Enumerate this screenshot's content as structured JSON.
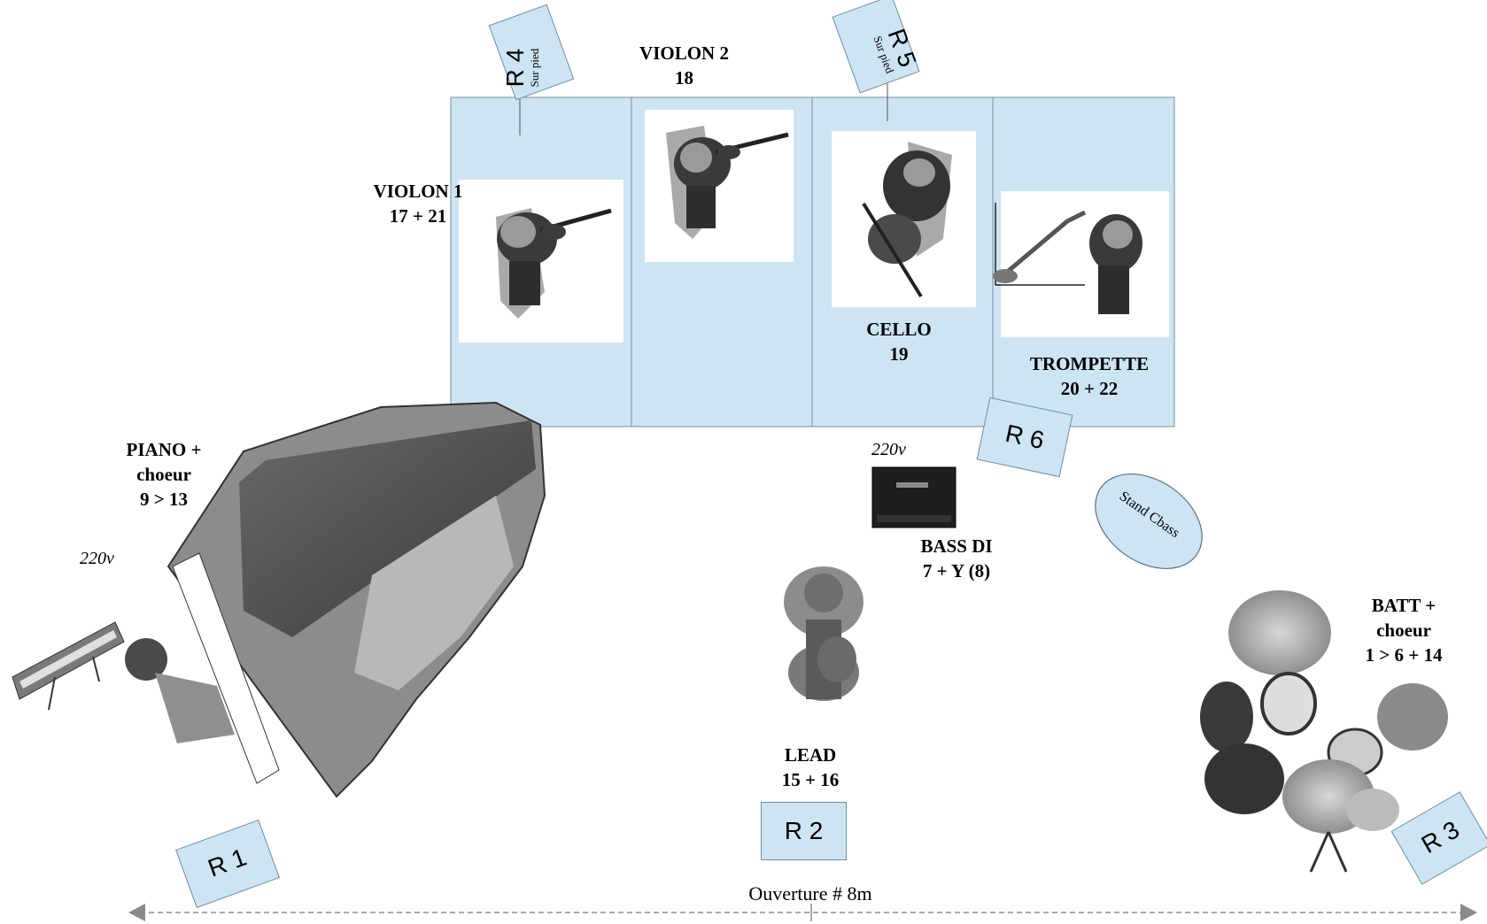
{
  "sections": {
    "violon1": {
      "name": "VIOLON 1",
      "channels": "17 + 21"
    },
    "violon2": {
      "name": "VIOLON 2",
      "channels": "18"
    },
    "cello": {
      "name": "CELLO",
      "channels": "19"
    },
    "trompette": {
      "name": "TROMPETTE",
      "channels": "20 + 22"
    },
    "piano": {
      "line1": "PIANO +",
      "line2": "choeur",
      "channels": "9 > 13"
    },
    "bass": {
      "name": "BASS DI",
      "channels": "7 + Y (8)"
    },
    "lead": {
      "name": "LEAD",
      "channels": "15 + 16"
    },
    "batt": {
      "line1": "BATT +",
      "line2": "choeur",
      "channels": "1 > 6 + 14"
    }
  },
  "power": {
    "piano_voltage": "220v",
    "bass_voltage": "220v"
  },
  "monitors": {
    "r1": {
      "name": "R 1"
    },
    "r2": {
      "name": "R 2"
    },
    "r3": {
      "name": "R 3"
    },
    "r4": {
      "name": "R 4",
      "sub": "Sur pied"
    },
    "r5": {
      "name": "R 5",
      "sub": "Sur pied"
    },
    "r6": {
      "name": "R 6"
    }
  },
  "stand": {
    "label": "Stand Cbass"
  },
  "stage": {
    "opening": "Ouverture # 8m"
  },
  "colors": {
    "riser": "#cde4f3",
    "riser_border": "#7c8d99",
    "monitor": "#cde4f3"
  }
}
